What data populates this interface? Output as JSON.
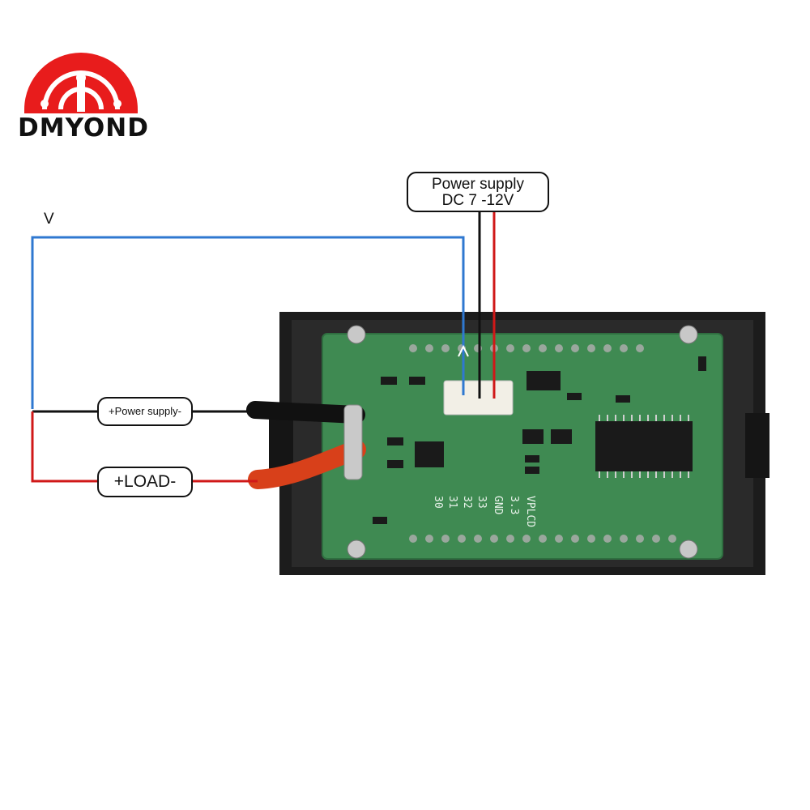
{
  "brand": {
    "name": "DMYOND",
    "logo_icon": "signal-arc-logo-icon"
  },
  "labels": {
    "power_supply_top_line1": "Power supply",
    "power_supply_top_line2": "DC 7 -12V",
    "power_supply_side": "+Power supply-",
    "load": "+LOAD-",
    "voltage_probe": "V"
  },
  "pcb_pin_labels": [
    "30",
    "31",
    "32",
    "33",
    "GND",
    "3.3",
    "VPLCD"
  ],
  "colors": {
    "wire_blue": "#2f78d0",
    "wire_red": "#d01818",
    "wire_black": "#111111",
    "pcb_green": "#3f8a52",
    "case_black": "#1c1c1c",
    "logo_red": "#e81c1c"
  }
}
